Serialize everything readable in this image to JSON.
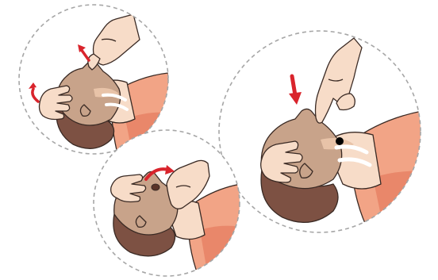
{
  "colors": {
    "background": "#ffffff",
    "circle_border": "#a6a6a6",
    "skin": "#f7dcc8",
    "skin_shadow": "#d9a887",
    "face_profile": "#c8a38a",
    "hair": "#7d5143",
    "shirt": "#f2a486",
    "shirt_shadow": "#e9876a",
    "arrow": "#d9242c",
    "outline": "#3a2a24",
    "dot": "#000000"
  },
  "steps": [
    {
      "id": "tilt-head",
      "arrows": [
        "up-arrow-icon",
        "rotate-arrow-icon"
      ]
    },
    {
      "id": "open-mouth",
      "arrows": [
        "curved-arrow-icon"
      ]
    },
    {
      "id": "press-point",
      "arrows": [
        "down-arrow-icon"
      ],
      "marker": "pressure-point-dot"
    }
  ]
}
